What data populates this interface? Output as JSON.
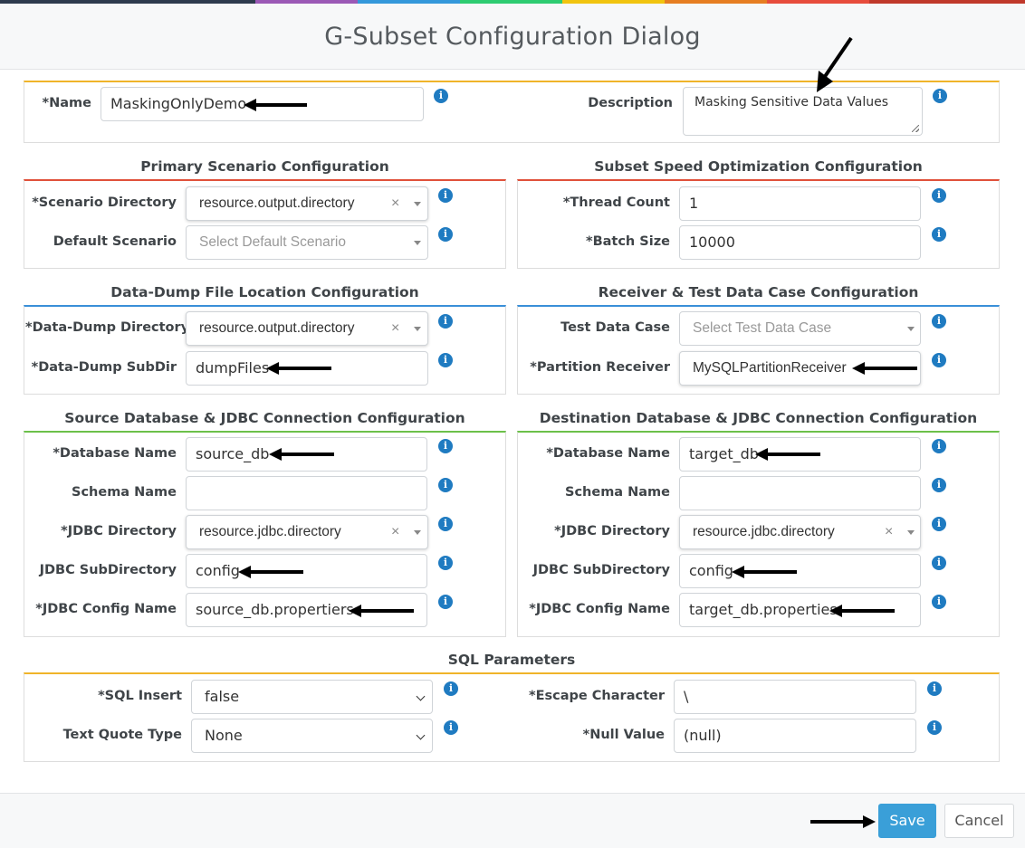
{
  "dialog": {
    "title": "G-Subset Configuration Dialog",
    "top_bar_colors": [
      "#2e3b4e",
      "#9b59b6",
      "#3498db",
      "#2ecc71",
      "#f1c40f",
      "#e67e22",
      "#e74c3c",
      "#c0392b"
    ]
  },
  "general": {
    "name_label": "*Name",
    "name_value": "MaskingOnlyDemo",
    "description_label": "Description",
    "description_value": "Masking Sensitive Data Values"
  },
  "primary_scenario": {
    "title": "Primary Scenario Configuration",
    "scenario_directory_label": "*Scenario Directory",
    "scenario_directory_value": "resource.output.directory",
    "default_scenario_label": "Default Scenario",
    "default_scenario_placeholder": "Select Default Scenario"
  },
  "speed": {
    "title": "Subset Speed Optimization Configuration",
    "thread_count_label": "*Thread Count",
    "thread_count_value": "1",
    "batch_size_label": "*Batch Size",
    "batch_size_value": "10000"
  },
  "data_dump": {
    "title": "Data-Dump File Location Configuration",
    "directory_label": "*Data-Dump Directory",
    "directory_value": "resource.output.directory",
    "subdir_label": "*Data-Dump SubDir",
    "subdir_value": "dumpFiles"
  },
  "receiver": {
    "title": "Receiver & Test Data Case Configuration",
    "test_case_label": "Test Data Case",
    "test_case_placeholder": "Select Test Data Case",
    "partition_label": "*Partition Receiver",
    "partition_value": "MySQLPartitionReceiver"
  },
  "source": {
    "title": "Source Database & JDBC Connection Configuration",
    "db_name_label": "*Database Name",
    "db_name_value": "source_db",
    "schema_label": "Schema Name",
    "schema_value": "",
    "jdbc_dir_label": "*JDBC Directory",
    "jdbc_dir_value": "resource.jdbc.directory",
    "jdbc_subdir_label": "JDBC SubDirectory",
    "jdbc_subdir_value": "config",
    "jdbc_config_label": "*JDBC Config Name",
    "jdbc_config_value": "source_db.propertiers"
  },
  "destination": {
    "title": "Destination Database & JDBC Connection Configuration",
    "db_name_label": "*Database Name",
    "db_name_value": "target_db",
    "schema_label": "Schema Name",
    "schema_value": "",
    "jdbc_dir_label": "*JDBC Directory",
    "jdbc_dir_value": "resource.jdbc.directory",
    "jdbc_subdir_label": "JDBC SubDirectory",
    "jdbc_subdir_value": "config",
    "jdbc_config_label": "*JDBC Config Name",
    "jdbc_config_value": "target_db.properties"
  },
  "sql": {
    "title": "SQL Parameters",
    "insert_label": "*SQL Insert",
    "insert_value": "false",
    "quote_label": "Text Quote Type",
    "quote_value": "None",
    "escape_label": "*Escape Character",
    "escape_value": "\\",
    "null_label": "*Null Value",
    "null_value": "(null)"
  },
  "footer": {
    "save_label": "Save",
    "cancel_label": "Cancel"
  },
  "icons": {
    "info": "info-icon",
    "clear": "clear-x-icon",
    "caret": "caret-down-icon",
    "arrow": "black-arrow-annotation"
  },
  "info_glyph": "i",
  "clear_glyph": "×",
  "section_colors": {
    "general": "#f0b429",
    "primary": "#e0513a",
    "data_dump": "#3a8fd8",
    "database": "#6cc04a",
    "sql": "#f0b429"
  },
  "accent_color": "#3a9fd8"
}
